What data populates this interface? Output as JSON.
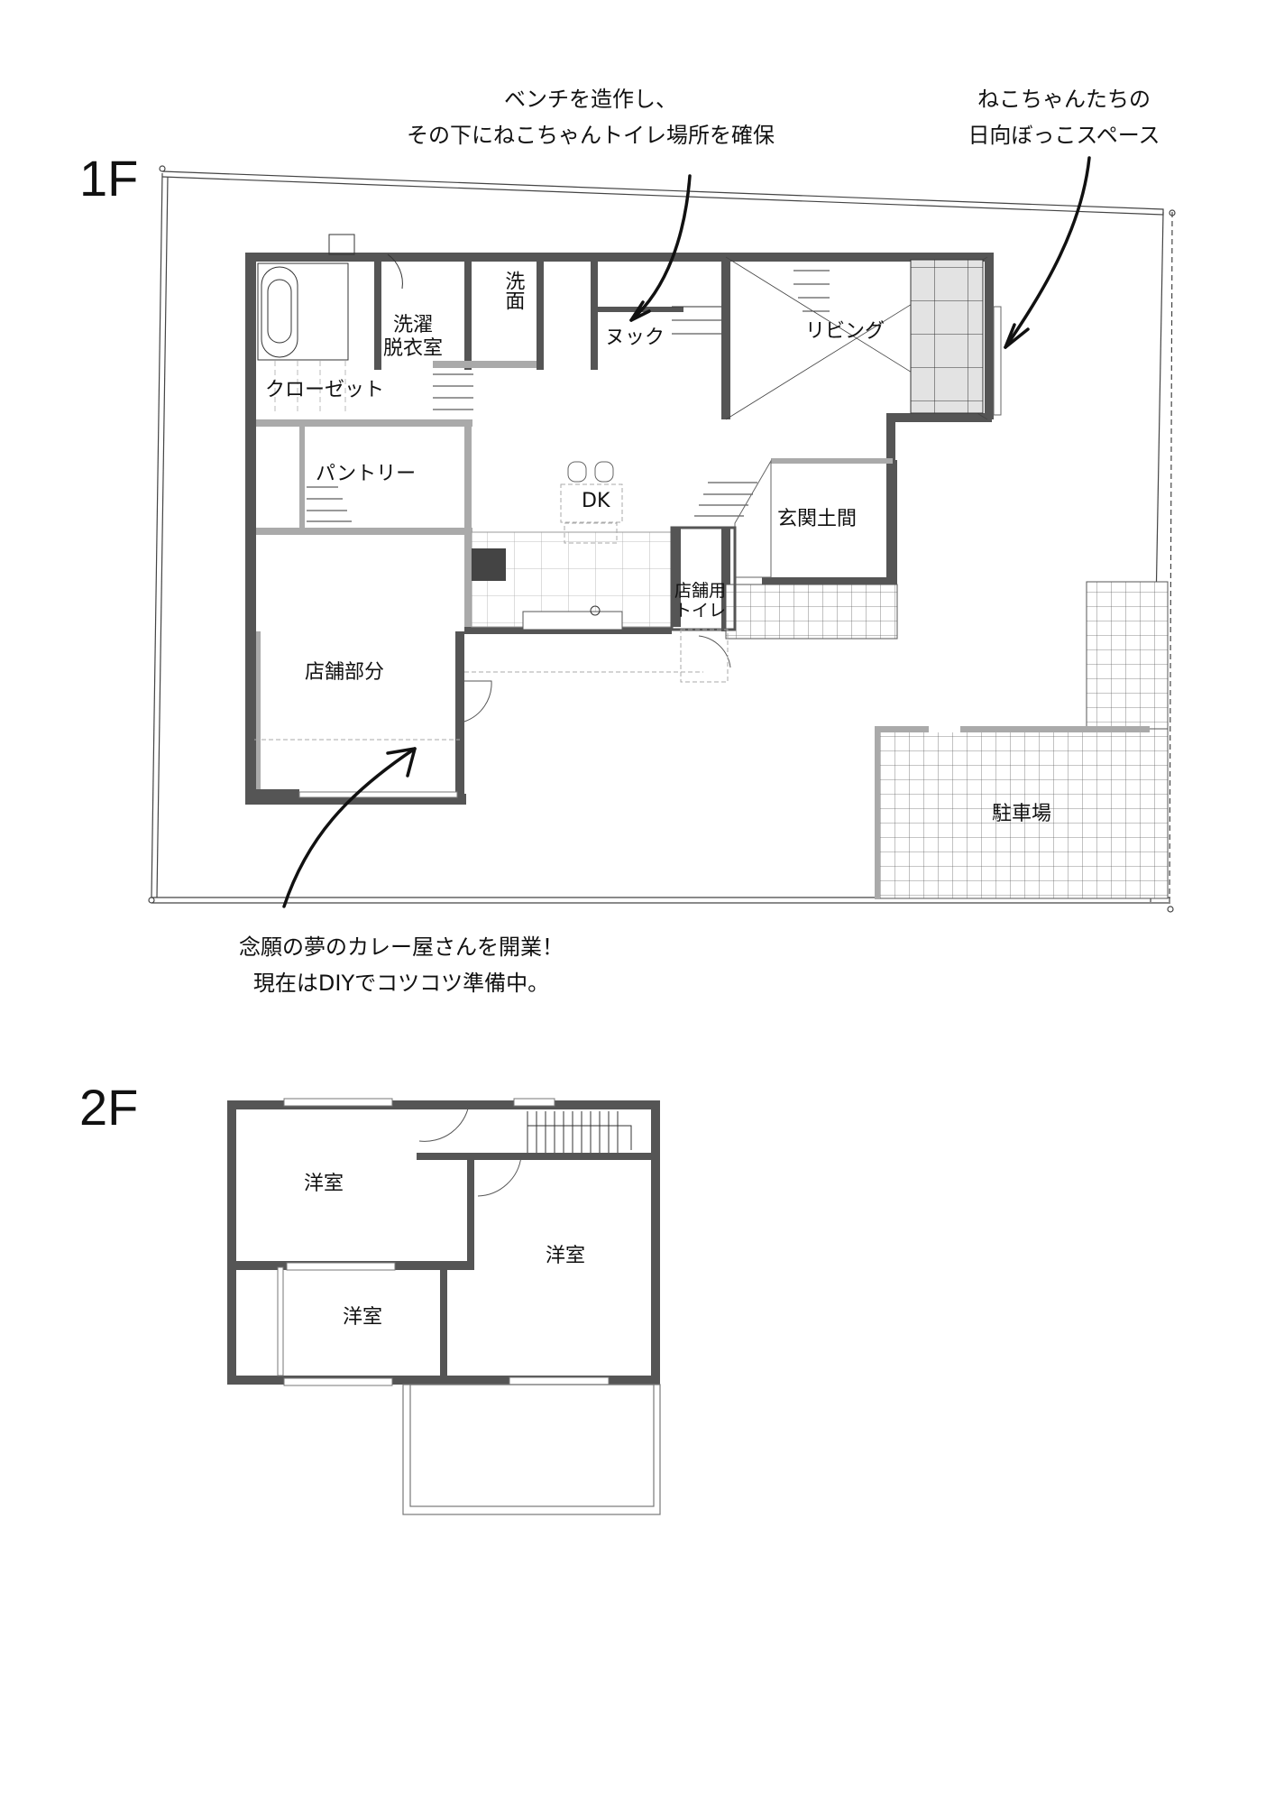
{
  "floors": {
    "first": {
      "label": "1F",
      "rooms": {
        "bath_dressing": "洗濯\n脱衣室",
        "bath_dressing_line1": "洗濯",
        "bath_dressing_line2": "脱衣室",
        "washroom": "洗面",
        "nook": "ヌック",
        "living": "リビング",
        "closet": "クローゼット",
        "pantry": "パントリー",
        "dk": "DK",
        "entrance": "玄関土間",
        "shop_toilet_line1": "店舗用",
        "shop_toilet_line2": "トイレ",
        "shop": "店舗部分",
        "parking": "駐車場"
      }
    },
    "second": {
      "label": "2F",
      "rooms": {
        "western_room_1": "洋室",
        "western_room_2": "洋室",
        "western_room_3": "洋室"
      }
    }
  },
  "annotations": {
    "bench": {
      "line1": "ベンチを造作し、",
      "line2": "その下にねこちゃんトイレ場所を確保"
    },
    "sunspace": {
      "line1": "ねこちゃんたちの",
      "line2": "日向ぼっこスペース"
    },
    "shop": {
      "line1": "念願の夢のカレー屋さんを開業！",
      "line2": "現在はDIYでコツコツ準備中。"
    }
  },
  "colors": {
    "wall": "#555555",
    "wall_light": "#aaaaaa",
    "tile_fill": "#e3e3e3",
    "line": "#222222"
  }
}
